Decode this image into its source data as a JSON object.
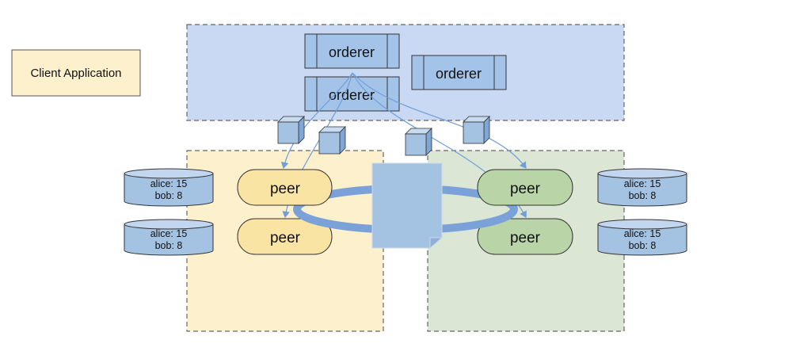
{
  "client": {
    "label": "Client Application"
  },
  "ordering_service": {
    "orderers": [
      {
        "label": "orderer"
      },
      {
        "label": "orderer"
      },
      {
        "label": "orderer"
      }
    ]
  },
  "org_left": {
    "peers": [
      {
        "label": "peer"
      },
      {
        "label": "peer"
      }
    ],
    "ledgers": [
      {
        "line1": "alice: 15",
        "line2": "bob: 8"
      },
      {
        "line1": "alice: 15",
        "line2": "bob: 8"
      }
    ]
  },
  "org_right": {
    "peers": [
      {
        "label": "peer"
      },
      {
        "label": "peer"
      }
    ],
    "ledgers": [
      {
        "line1": "alice: 15",
        "line2": "bob: 8"
      },
      {
        "line1": "alice: 15",
        "line2": "bob: 8"
      }
    ]
  },
  "colors": {
    "orderer_area": "#c9d8f3",
    "left_org": "#fdf0cc",
    "right_org": "#dbe6d5",
    "client": "#fdf0cc",
    "peer_left": "#fae4a4",
    "peer_right": "#b9d5a8",
    "block": "#a4c3e3",
    "ring": "#7aa2d8",
    "arrow": "#6f9fd6"
  }
}
